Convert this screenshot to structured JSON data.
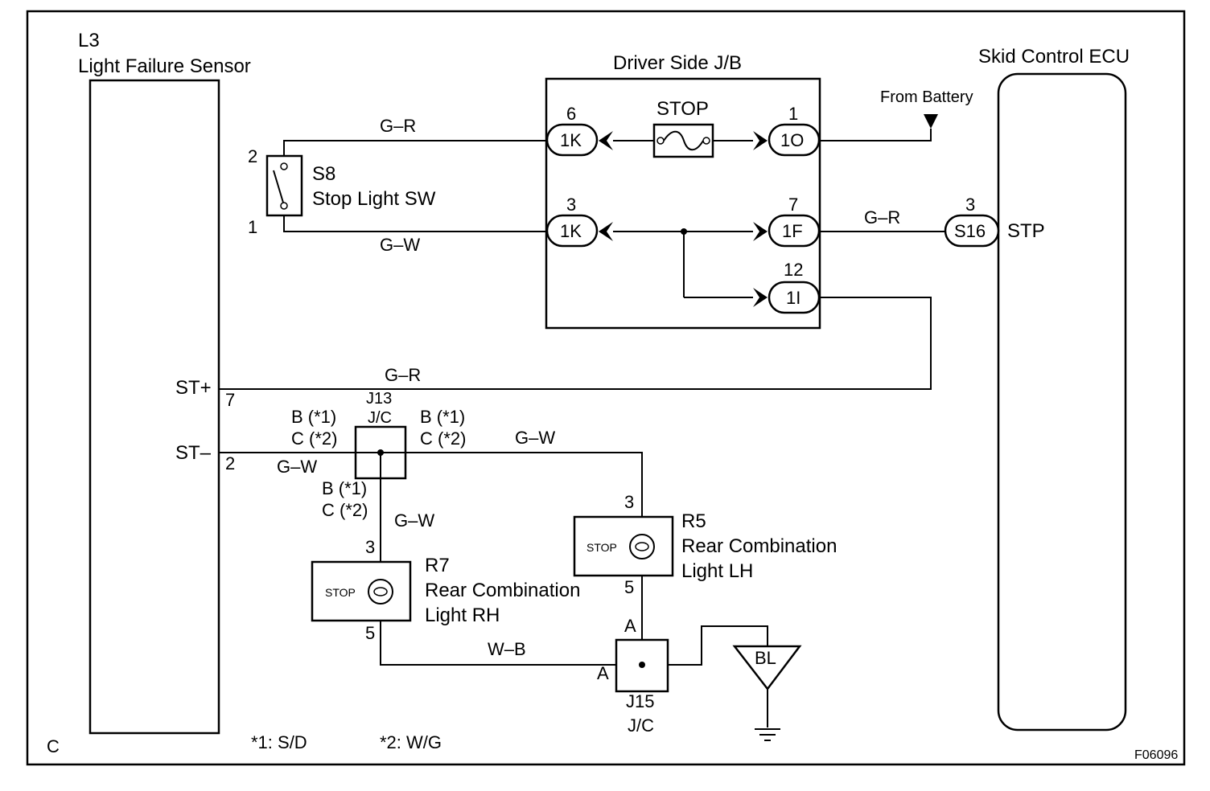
{
  "components": {
    "l3": {
      "id": "L3",
      "name": "Light Failure Sensor",
      "pin_st_plus": "ST+",
      "pin_st_plus_num": "7",
      "pin_st_minus": "ST–",
      "pin_st_minus_num": "2"
    },
    "jb": {
      "title": "Driver Side J/B",
      "fuse": "STOP",
      "conn_1k_top": "1K",
      "conn_1k_top_pin": "6",
      "conn_1o": "1O",
      "conn_1o_pin": "1",
      "conn_1k_bot": "1K",
      "conn_1k_bot_pin": "3",
      "conn_1f": "1F",
      "conn_1f_pin": "7",
      "conn_1i": "1I",
      "conn_1i_pin": "12"
    },
    "ecu": {
      "title": "Skid Control ECU",
      "connector": "S16",
      "pin": "3",
      "terminal": "STP",
      "battery": "From Battery"
    },
    "s8": {
      "id": "S8",
      "name": "Stop Light SW",
      "pin_top": "2",
      "pin_bottom": "1"
    },
    "j13": {
      "id": "J13",
      "type": "J/C",
      "left_a": "B (*1)",
      "left_b": "C (*2)",
      "right_a": "B (*1)",
      "right_b": "C (*2)",
      "bottom_a": "B (*1)",
      "bottom_b": "C (*2)"
    },
    "r5": {
      "id": "R5",
      "name1": "Rear Combination",
      "name2": "Light LH",
      "lamp": "STOP",
      "pin_top": "3",
      "pin_bottom": "5"
    },
    "r7": {
      "id": "R7",
      "name1": "Rear Combination",
      "name2": "Light RH",
      "lamp": "STOP",
      "pin_top": "3",
      "pin_bottom": "5"
    },
    "j15": {
      "id": "J15",
      "type": "J/C",
      "pin_top": "A",
      "pin_left": "A"
    },
    "ground": {
      "label": "BL"
    }
  },
  "wires": {
    "gr_top": "G–R",
    "gw_sw": "G–W",
    "gr_ecu": "G–R",
    "gr_st": "G–R",
    "gw_st_minus": "G–W",
    "gw_r5": "G–W",
    "gw_r7": "G–W",
    "wb": "W–B"
  },
  "notes": {
    "n1": "*1: S/D",
    "n2": "*2: W/G",
    "corner": "C",
    "code": "F06096"
  }
}
